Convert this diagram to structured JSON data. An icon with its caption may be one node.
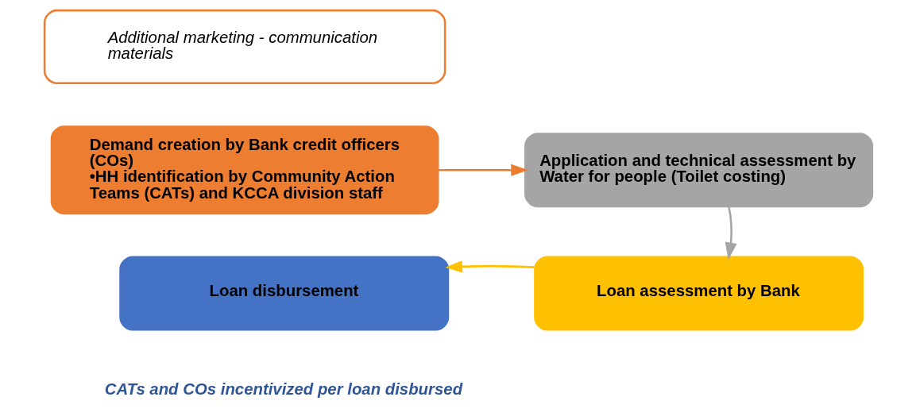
{
  "diagram": {
    "nodes": [
      {
        "text": [
          "Additional marketing - communication materials"
        ]
      },
      {
        "text": [
          "Demand creation by Bank credit officers (COs)",
          "•HH identification by Community Action Teams (CATs) and KCCA division staff"
        ]
      },
      {
        "text": [
          "Application and technical assessment by Water for people (Toilet costing)"
        ]
      },
      {
        "text": [
          "Loan assessment by Bank"
        ]
      },
      {
        "text": [
          "Loan disbursement"
        ]
      }
    ],
    "edges": [
      {
        "from": 1,
        "to": 2,
        "arrow": "to",
        "color": "#ed7d31"
      },
      {
        "from": 2,
        "to": 3,
        "arrow": "to",
        "color": "#a5a5a5"
      },
      {
        "from": 3,
        "to": 4,
        "arrow": "to",
        "color": "#ffc000"
      }
    ],
    "labels": [
      "CATs and COs incentivized per loan disbursed"
    ]
  }
}
